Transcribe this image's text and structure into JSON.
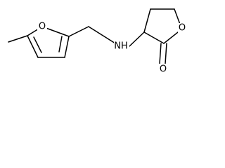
{
  "molecule": {
    "atoms": {
      "furan_oxygen": "O",
      "amine": "NH",
      "ring_oxygen": "O",
      "carbonyl_oxygen": "O"
    }
  }
}
